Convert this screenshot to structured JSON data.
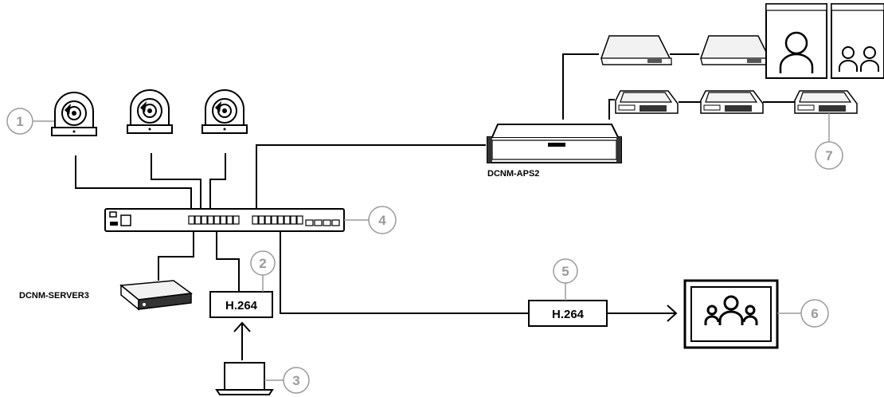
{
  "labels": {
    "aps": "DCNM-APS2",
    "server": "DCNM-SERVER3",
    "encoder_left": "H.264",
    "encoder_right": "H.264"
  },
  "callouts": [
    "1",
    "2",
    "3",
    "4",
    "5",
    "6",
    "7"
  ],
  "colors": {
    "line": "#000000",
    "callout": "#9a9a9a",
    "device_fill": "#f2f2f2",
    "device_dark": "#333333"
  },
  "icons": {
    "cameras": "dome-camera-icon",
    "switch": "network-switch-icon",
    "aps": "audio-processor-icon",
    "server": "server-icon",
    "laptop": "laptop-icon",
    "display": "display-icon",
    "discussion_units": "discussion-device-icon",
    "person_screens": "person-screen-icon"
  }
}
